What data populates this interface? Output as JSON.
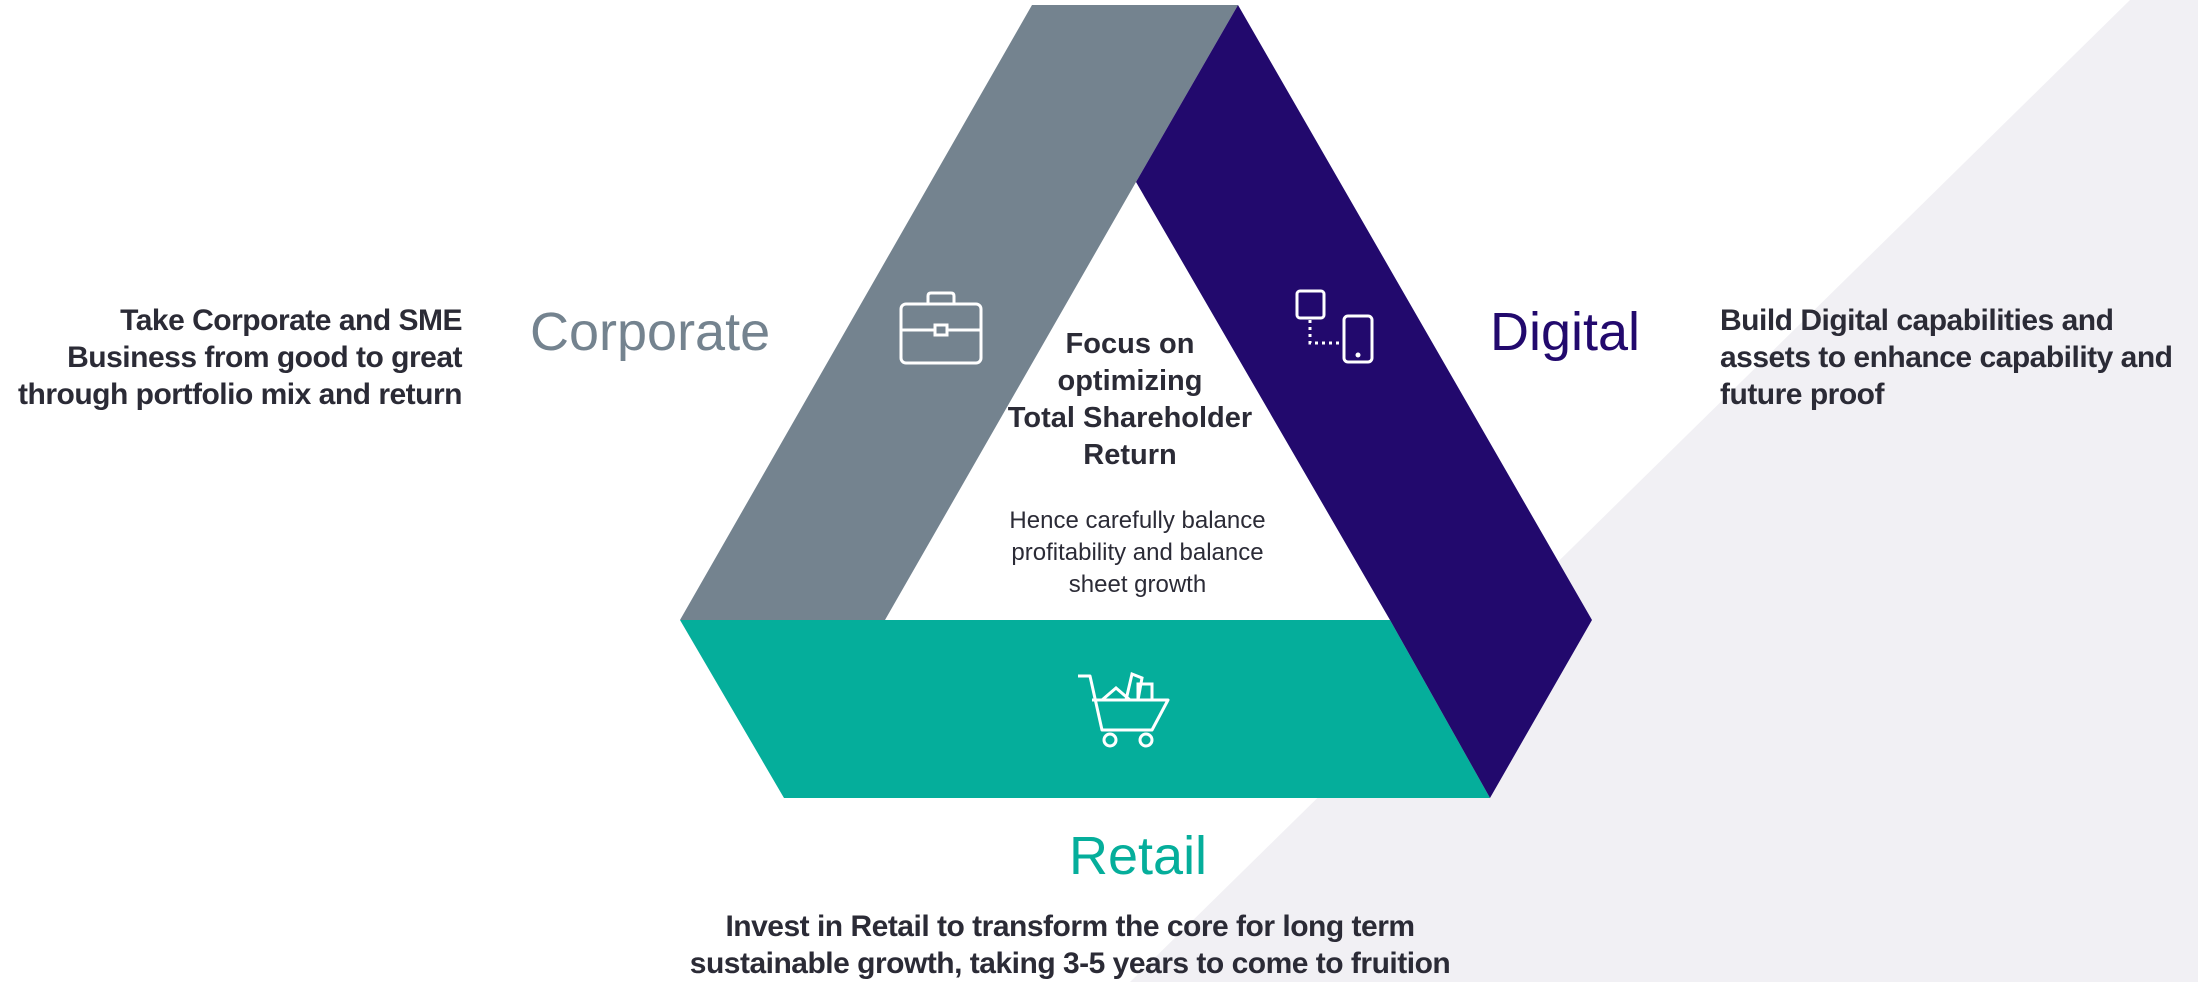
{
  "colors": {
    "corporate": "#74838f",
    "digital": "#22096d",
    "retail": "#05ae9b",
    "text": "#2b2b36",
    "background_tint": "#f1f0f4"
  },
  "corporate": {
    "label": "Corporate",
    "description_lines": [
      "Take Corporate and SME",
      "Business from good to great",
      "through portfolio mix and return"
    ],
    "icon": "briefcase-icon"
  },
  "digital": {
    "label": "Digital",
    "description_lines": [
      "Build Digital capabilities and",
      "assets to enhance capability and",
      "future proof"
    ],
    "icon": "devices-icon"
  },
  "retail": {
    "label": "Retail",
    "description_lines": [
      "Invest in Retail to transform the core for long term",
      "sustainable growth, taking 3-5 years to come to fruition"
    ],
    "icon": "shopping-cart-icon"
  },
  "center": {
    "title_lines": [
      "Focus on",
      "optimizing",
      "Total Shareholder",
      "Return"
    ],
    "subtitle_lines": [
      "Hence carefully balance",
      "profitability and balance",
      "sheet growth"
    ]
  }
}
